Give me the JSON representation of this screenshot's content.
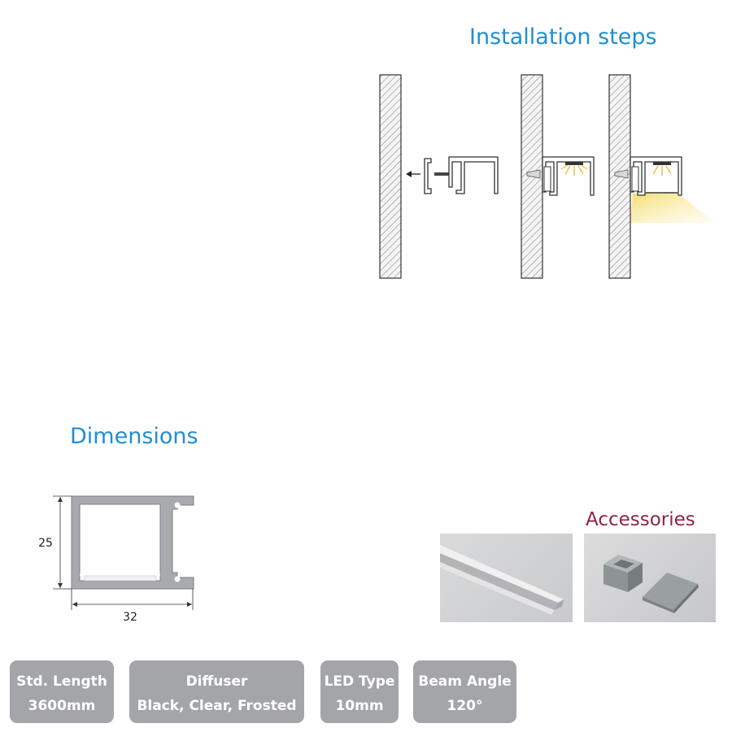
{
  "installation": {
    "title": "Installation steps"
  },
  "dimensions": {
    "title": "Dimensions",
    "height_label": "25",
    "width_label": "32"
  },
  "accessories": {
    "title": "Accessories"
  },
  "specs": [
    {
      "label": "Std. Length",
      "value": "3600mm"
    },
    {
      "label": "Diffuser",
      "value": "Black, Clear, Frosted"
    },
    {
      "label": "LED Type",
      "value": "10mm"
    },
    {
      "label": "Beam Angle",
      "value": "120°"
    }
  ],
  "colors": {
    "heading": "#1f8fd1",
    "accessories_heading": "#8f2440",
    "spec_badge": "#a4a5a8",
    "light_glow": "#f5e27c"
  }
}
